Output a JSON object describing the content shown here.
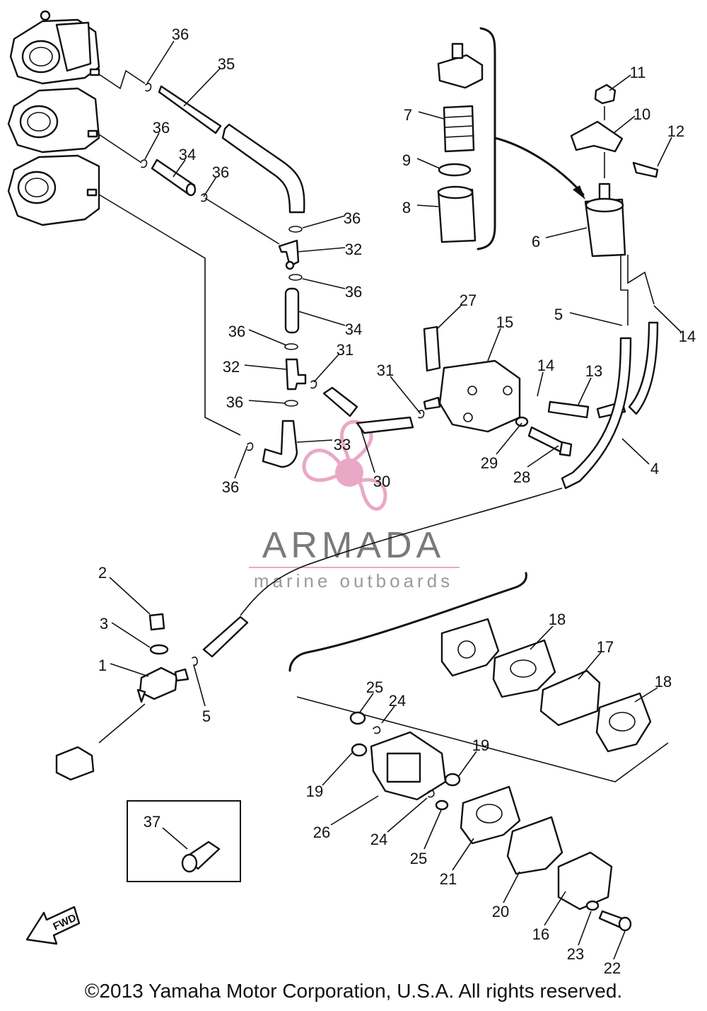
{
  "diagram": {
    "copyright": "©2013 Yamaha Motor Corporation, U.S.A. All rights reserved.",
    "fwd_label": "FWD",
    "watermark": {
      "title": "ARMADA",
      "subtitle": "marine outboards",
      "accent_color": "#e9a9c6",
      "text_color": "#7a7a7a"
    },
    "callouts": [
      {
        "key": "c36a",
        "label": "36"
      },
      {
        "key": "c35",
        "label": "35"
      },
      {
        "key": "c36b",
        "label": "36"
      },
      {
        "key": "c34a",
        "label": "34"
      },
      {
        "key": "c36c",
        "label": "36"
      },
      {
        "key": "c36d",
        "label": "36"
      },
      {
        "key": "c32a",
        "label": "32"
      },
      {
        "key": "c36e",
        "label": "36"
      },
      {
        "key": "c34b",
        "label": "34"
      },
      {
        "key": "c36f",
        "label": "36"
      },
      {
        "key": "c31a",
        "label": "31"
      },
      {
        "key": "c32b",
        "label": "32"
      },
      {
        "key": "c36g",
        "label": "36"
      },
      {
        "key": "c33",
        "label": "33"
      },
      {
        "key": "c36h",
        "label": "36"
      },
      {
        "key": "c30",
        "label": "30"
      },
      {
        "key": "c7",
        "label": "7"
      },
      {
        "key": "c9",
        "label": "9"
      },
      {
        "key": "c8",
        "label": "8"
      },
      {
        "key": "c11",
        "label": "11"
      },
      {
        "key": "c10",
        "label": "10"
      },
      {
        "key": "c12",
        "label": "12"
      },
      {
        "key": "c6",
        "label": "6"
      },
      {
        "key": "c27",
        "label": "27"
      },
      {
        "key": "c15",
        "label": "15"
      },
      {
        "key": "c5a",
        "label": "5"
      },
      {
        "key": "c14a",
        "label": "14"
      },
      {
        "key": "c31b",
        "label": "31"
      },
      {
        "key": "c14b",
        "label": "14"
      },
      {
        "key": "c13",
        "label": "13"
      },
      {
        "key": "c29",
        "label": "29"
      },
      {
        "key": "c28",
        "label": "28"
      },
      {
        "key": "c4",
        "label": "4"
      },
      {
        "key": "c2",
        "label": "2"
      },
      {
        "key": "c3",
        "label": "3"
      },
      {
        "key": "c1",
        "label": "1"
      },
      {
        "key": "c5b",
        "label": "5"
      },
      {
        "key": "c18a",
        "label": "18"
      },
      {
        "key": "c17",
        "label": "17"
      },
      {
        "key": "c18b",
        "label": "18"
      },
      {
        "key": "c25a",
        "label": "25"
      },
      {
        "key": "c24a",
        "label": "24"
      },
      {
        "key": "c19a",
        "label": "19"
      },
      {
        "key": "c19b",
        "label": "19"
      },
      {
        "key": "c26",
        "label": "26"
      },
      {
        "key": "c24b",
        "label": "24"
      },
      {
        "key": "c25b",
        "label": "25"
      },
      {
        "key": "c21",
        "label": "21"
      },
      {
        "key": "c20",
        "label": "20"
      },
      {
        "key": "c16",
        "label": "16"
      },
      {
        "key": "c23",
        "label": "23"
      },
      {
        "key": "c22",
        "label": "22"
      },
      {
        "key": "c37",
        "label": "37"
      }
    ]
  }
}
